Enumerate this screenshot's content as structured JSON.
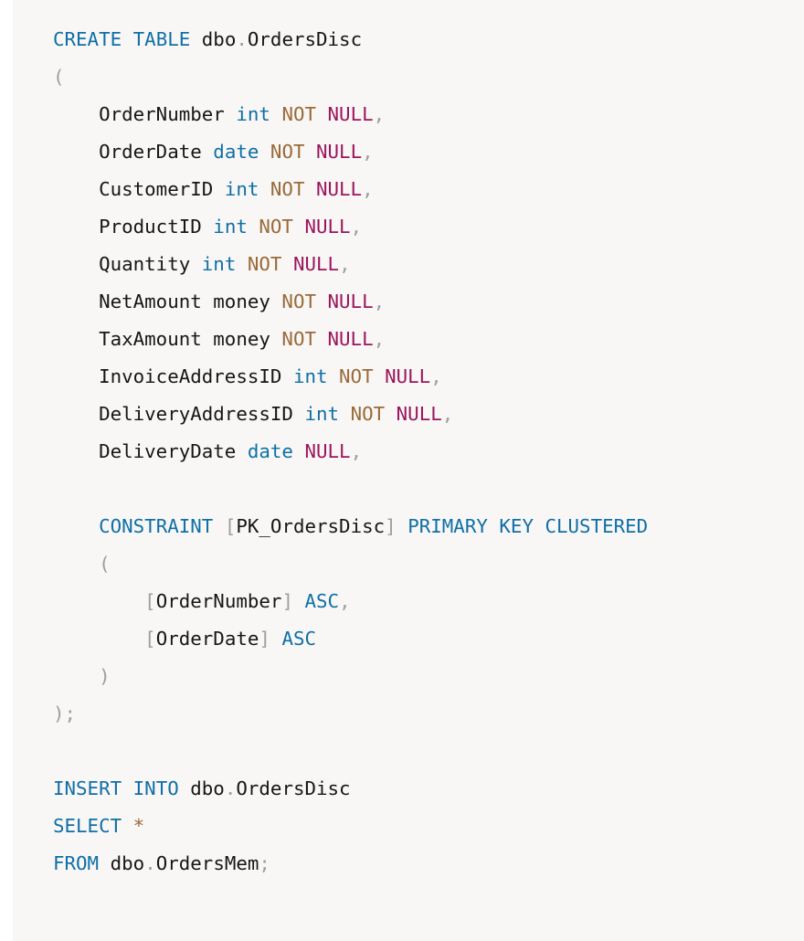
{
  "code": {
    "lines": [
      [
        {
          "t": "CREATE",
          "c": "kw"
        },
        {
          "t": " ",
          "c": ""
        },
        {
          "t": "TABLE",
          "c": "kw"
        },
        {
          "t": " dbo",
          "c": ""
        },
        {
          "t": ".",
          "c": "punct"
        },
        {
          "t": "OrdersDisc",
          "c": ""
        }
      ],
      [
        {
          "t": "(",
          "c": "punct"
        }
      ],
      [
        {
          "t": "    OrderNumber ",
          "c": ""
        },
        {
          "t": "int",
          "c": "kw"
        },
        {
          "t": " ",
          "c": ""
        },
        {
          "t": "NOT",
          "c": "kw-mod"
        },
        {
          "t": " ",
          "c": ""
        },
        {
          "t": "NULL",
          "c": "kw-null"
        },
        {
          "t": ",",
          "c": "punct"
        }
      ],
      [
        {
          "t": "    OrderDate ",
          "c": ""
        },
        {
          "t": "date",
          "c": "kw"
        },
        {
          "t": " ",
          "c": ""
        },
        {
          "t": "NOT",
          "c": "kw-mod"
        },
        {
          "t": " ",
          "c": ""
        },
        {
          "t": "NULL",
          "c": "kw-null"
        },
        {
          "t": ",",
          "c": "punct"
        }
      ],
      [
        {
          "t": "    CustomerID ",
          "c": ""
        },
        {
          "t": "int",
          "c": "kw"
        },
        {
          "t": " ",
          "c": ""
        },
        {
          "t": "NOT",
          "c": "kw-mod"
        },
        {
          "t": " ",
          "c": ""
        },
        {
          "t": "NULL",
          "c": "kw-null"
        },
        {
          "t": ",",
          "c": "punct"
        }
      ],
      [
        {
          "t": "    ProductID ",
          "c": ""
        },
        {
          "t": "int",
          "c": "kw"
        },
        {
          "t": " ",
          "c": ""
        },
        {
          "t": "NOT",
          "c": "kw-mod"
        },
        {
          "t": " ",
          "c": ""
        },
        {
          "t": "NULL",
          "c": "kw-null"
        },
        {
          "t": ",",
          "c": "punct"
        }
      ],
      [
        {
          "t": "    Quantity ",
          "c": ""
        },
        {
          "t": "int",
          "c": "kw"
        },
        {
          "t": " ",
          "c": ""
        },
        {
          "t": "NOT",
          "c": "kw-mod"
        },
        {
          "t": " ",
          "c": ""
        },
        {
          "t": "NULL",
          "c": "kw-null"
        },
        {
          "t": ",",
          "c": "punct"
        }
      ],
      [
        {
          "t": "    NetAmount money ",
          "c": ""
        },
        {
          "t": "NOT",
          "c": "kw-mod"
        },
        {
          "t": " ",
          "c": ""
        },
        {
          "t": "NULL",
          "c": "kw-null"
        },
        {
          "t": ",",
          "c": "punct"
        }
      ],
      [
        {
          "t": "    TaxAmount money ",
          "c": ""
        },
        {
          "t": "NOT",
          "c": "kw-mod"
        },
        {
          "t": " ",
          "c": ""
        },
        {
          "t": "NULL",
          "c": "kw-null"
        },
        {
          "t": ",",
          "c": "punct"
        }
      ],
      [
        {
          "t": "    InvoiceAddressID ",
          "c": ""
        },
        {
          "t": "int",
          "c": "kw"
        },
        {
          "t": " ",
          "c": ""
        },
        {
          "t": "NOT",
          "c": "kw-mod"
        },
        {
          "t": " ",
          "c": ""
        },
        {
          "t": "NULL",
          "c": "kw-null"
        },
        {
          "t": ",",
          "c": "punct"
        }
      ],
      [
        {
          "t": "    DeliveryAddressID ",
          "c": ""
        },
        {
          "t": "int",
          "c": "kw"
        },
        {
          "t": " ",
          "c": ""
        },
        {
          "t": "NOT",
          "c": "kw-mod"
        },
        {
          "t": " ",
          "c": ""
        },
        {
          "t": "NULL",
          "c": "kw-null"
        },
        {
          "t": ",",
          "c": "punct"
        }
      ],
      [
        {
          "t": "    DeliveryDate ",
          "c": ""
        },
        {
          "t": "date",
          "c": "kw"
        },
        {
          "t": " ",
          "c": ""
        },
        {
          "t": "NULL",
          "c": "kw-null"
        },
        {
          "t": ",",
          "c": "punct"
        }
      ],
      [
        {
          "t": "",
          "c": ""
        }
      ],
      [
        {
          "t": "    ",
          "c": ""
        },
        {
          "t": "CONSTRAINT",
          "c": "kw"
        },
        {
          "t": " ",
          "c": ""
        },
        {
          "t": "[",
          "c": "punct"
        },
        {
          "t": "PK_OrdersDisc",
          "c": ""
        },
        {
          "t": "]",
          "c": "punct"
        },
        {
          "t": " ",
          "c": ""
        },
        {
          "t": "PRIMARY",
          "c": "kw"
        },
        {
          "t": " ",
          "c": ""
        },
        {
          "t": "KEY",
          "c": "kw"
        },
        {
          "t": " ",
          "c": ""
        },
        {
          "t": "CLUSTERED",
          "c": "kw"
        }
      ],
      [
        {
          "t": "    ",
          "c": ""
        },
        {
          "t": "(",
          "c": "punct"
        }
      ],
      [
        {
          "t": "        ",
          "c": ""
        },
        {
          "t": "[",
          "c": "punct"
        },
        {
          "t": "OrderNumber",
          "c": ""
        },
        {
          "t": "]",
          "c": "punct"
        },
        {
          "t": " ",
          "c": ""
        },
        {
          "t": "ASC",
          "c": "kw"
        },
        {
          "t": ",",
          "c": "punct"
        }
      ],
      [
        {
          "t": "        ",
          "c": ""
        },
        {
          "t": "[",
          "c": "punct"
        },
        {
          "t": "OrderDate",
          "c": ""
        },
        {
          "t": "]",
          "c": "punct"
        },
        {
          "t": " ",
          "c": ""
        },
        {
          "t": "ASC",
          "c": "kw"
        }
      ],
      [
        {
          "t": "    ",
          "c": ""
        },
        {
          "t": ")",
          "c": "punct"
        }
      ],
      [
        {
          "t": ")",
          "c": "punct"
        },
        {
          "t": ";",
          "c": "punct"
        }
      ],
      [
        {
          "t": "",
          "c": ""
        }
      ],
      [
        {
          "t": "INSERT",
          "c": "kw"
        },
        {
          "t": " ",
          "c": ""
        },
        {
          "t": "INTO",
          "c": "kw"
        },
        {
          "t": " dbo",
          "c": ""
        },
        {
          "t": ".",
          "c": "punct"
        },
        {
          "t": "OrdersDisc",
          "c": ""
        }
      ],
      [
        {
          "t": "SELECT",
          "c": "kw"
        },
        {
          "t": " ",
          "c": ""
        },
        {
          "t": "*",
          "c": "op"
        }
      ],
      [
        {
          "t": "FROM",
          "c": "kw"
        },
        {
          "t": " dbo",
          "c": ""
        },
        {
          "t": ".",
          "c": "punct"
        },
        {
          "t": "OrdersMem",
          "c": ""
        },
        {
          "t": ";",
          "c": "punct"
        }
      ]
    ]
  },
  "colors": {
    "background": "#f8f7f6",
    "keyword": "#0f6fa6",
    "modifier": "#9a6a38",
    "null": "#9c155c",
    "punctuation": "#9e9e9e",
    "text": "#161616"
  }
}
